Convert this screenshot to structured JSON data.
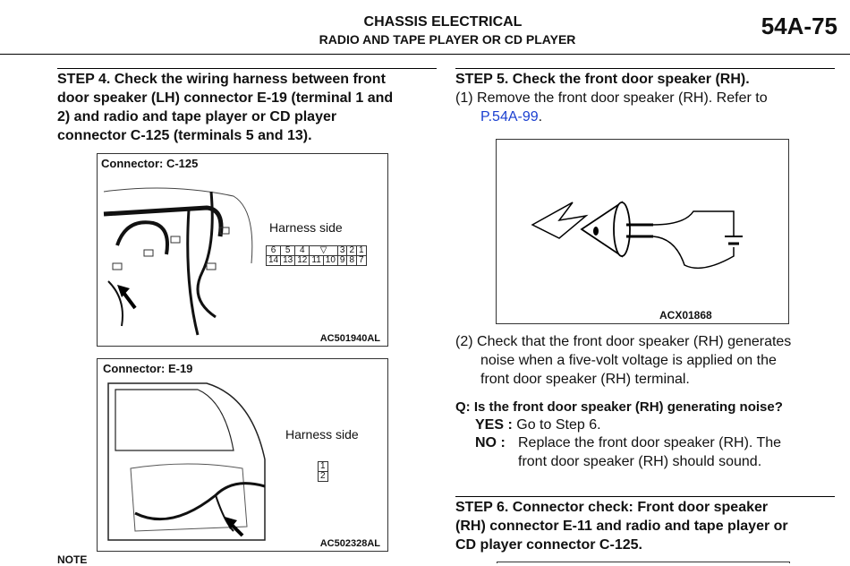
{
  "header": {
    "title": "CHASSIS ELECTRICAL",
    "subtitle": "RADIO AND TAPE PLAYER OR CD PLAYER",
    "page": "54A-75"
  },
  "step4": {
    "title_lines": [
      "STEP 4. Check the wiring harness between front",
      "door speaker (LH) connector E-19 (terminal 1 and",
      "2) and radio and tape player or CD player",
      "connector C-125 (terminals 5 and 13)."
    ],
    "fig1": {
      "label": "Connector: C-125",
      "harness": "Harness side",
      "id": "AC501940AL",
      "top_row": [
        "6",
        "5",
        "4",
        "▽",
        "3",
        "2",
        "1"
      ],
      "bottom_row": [
        "14",
        "13",
        "12",
        "11",
        "10",
        "9",
        "8",
        "7"
      ]
    },
    "fig2": {
      "label": "Connector: E-19",
      "harness": "Harness side",
      "id": "AC502328AL",
      "pins": [
        "1",
        "2"
      ]
    },
    "note": "NOTE"
  },
  "step5": {
    "title": "STEP 5. Check the front door speaker (RH).",
    "item1_num": "(1)",
    "item1_lines": [
      "Remove the front door speaker (RH). Refer to"
    ],
    "item1_link": "P.54A-99",
    "fig_id": "ACX01868",
    "item2_num": "(2)",
    "item2_lines": [
      "Check that the front door speaker (RH) generates",
      "noise when a five-volt voltage is applied on the",
      "front door speaker (RH) terminal."
    ],
    "question": "Q: Is the front door speaker (RH) generating noise?",
    "yes_label": "YES :",
    "yes_text": "Go to Step 6.",
    "no_label": "NO :",
    "no_lines": [
      "Replace the front door speaker (RH). The",
      "front door speaker (RH) should sound."
    ]
  },
  "step6": {
    "title_lines": [
      "STEP 6. Connector check: Front door speaker",
      "(RH) connector E-11 and radio and tape player or",
      "CD player connector C-125."
    ]
  }
}
